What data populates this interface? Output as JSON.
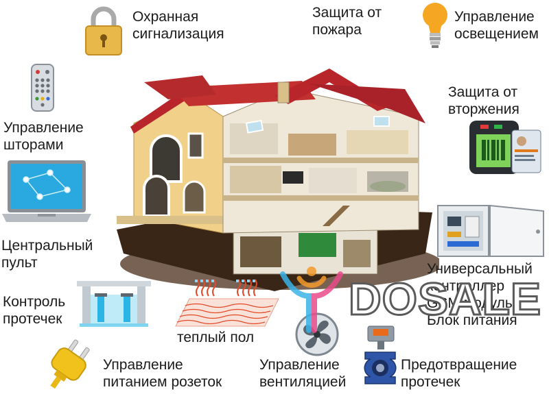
{
  "features": {
    "security_alarm": [
      "Охранная",
      "сигнализация"
    ],
    "fire_protection": [
      "Защита от",
      "пожара"
    ],
    "lighting_control": [
      "Управление",
      "освещением"
    ],
    "intrusion_protection": [
      "Защита от",
      "вторжения"
    ],
    "blinds_control": [
      "Управление",
      "шторами"
    ],
    "central_panel": [
      "Центральный",
      "пульт"
    ],
    "leak_control": [
      "Контроль",
      "протечек"
    ],
    "underfloor_heating": [
      "теплый пол"
    ],
    "controller": [
      "Универсальный",
      "контроллер",
      "GSM модуль",
      "Блок питания"
    ],
    "socket_power_control": [
      "Управление",
      "питанием розеток"
    ],
    "ventilation_control": [
      "Управление",
      "вентиляцией"
    ],
    "leak_prevention": [
      "Предотвращение",
      "протечек"
    ]
  },
  "watermark": {
    "text": "DOSALE"
  },
  "colors": {
    "roof": "#b8262b",
    "wall": "#f1d08a",
    "lock": "#e8b84a",
    "bulb": "#f5a623",
    "plug": "#f2c21c",
    "valve": "#2f55a8"
  }
}
